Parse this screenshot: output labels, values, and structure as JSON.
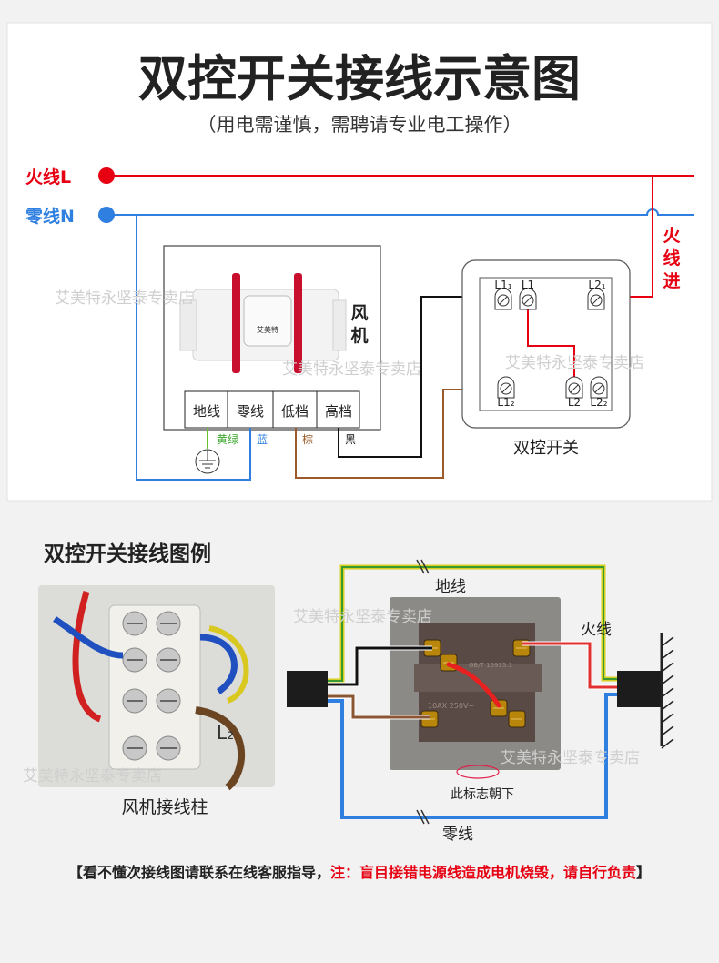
{
  "top": {
    "title": "双控开关接线示意图",
    "subtitle": "（用电需谨慎，需聘请专业电工操作）",
    "live_label": "火线L",
    "neutral_label": "零线N",
    "live_in": [
      "火",
      "线",
      "进"
    ],
    "fan_label": [
      "风",
      "机"
    ],
    "fan_brand": "艾美特",
    "fan_terminals": [
      "地线",
      "零线",
      "低档",
      "高档"
    ],
    "wire_colors": [
      "黄绿",
      "蓝",
      "棕",
      "黑"
    ],
    "switch_terminals": {
      "l11": "L1₁",
      "l1": "L1",
      "l21": "L2₁",
      "l12": "L1₂",
      "l2": "L2",
      "l22": "L2₂"
    },
    "switch_label": "双控开关"
  },
  "bottom": {
    "title": "双控开关接线图例",
    "photo_caption": "风机接线柱",
    "photo_mark": "L₂",
    "ground_label": "地线",
    "live_label": "火线",
    "neutral_label": "零线",
    "mark_note": "此标志朝下",
    "switch_print": [
      "10AX 250V~",
      "GB/T 16915.1"
    ],
    "note_prefix": "【看不懂次接线图请联系在线客服指导，",
    "note_warning": "注：盲目接错电源线造成电机烧毁，请自行负责",
    "note_suffix": "】"
  },
  "watermark": "艾美特永坚泰专卖店",
  "colors": {
    "live": "#e60012",
    "neutral": "#2f7fe0",
    "ground": "#6cc12a",
    "brown": "#9a5a2c",
    "black": "#111111"
  }
}
